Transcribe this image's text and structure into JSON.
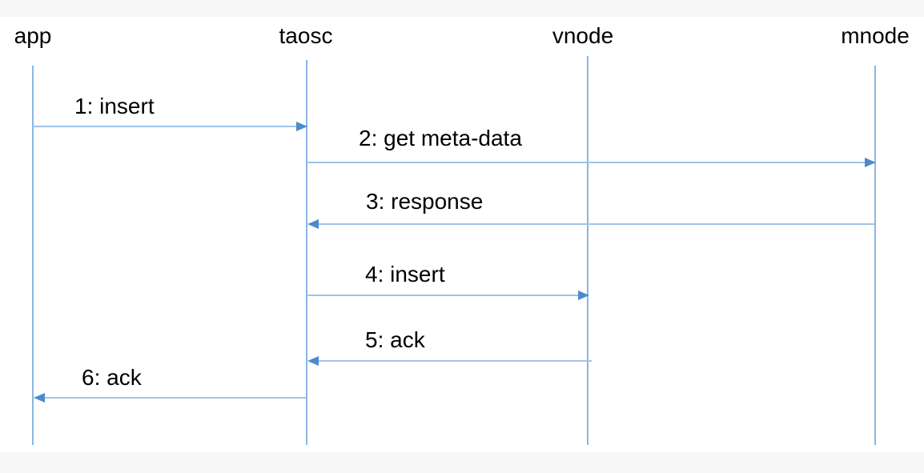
{
  "diagram": {
    "type": "sequence",
    "actors": [
      {
        "id": "app",
        "label": "app"
      },
      {
        "id": "taosc",
        "label": "taosc"
      },
      {
        "id": "vnode",
        "label": "vnode"
      },
      {
        "id": "mnode",
        "label": "mnode"
      }
    ],
    "messages": [
      {
        "seq": 1,
        "label": "1: insert",
        "from": "app",
        "to": "taosc"
      },
      {
        "seq": 2,
        "label": "2: get meta-data",
        "from": "taosc",
        "to": "mnode"
      },
      {
        "seq": 3,
        "label": "3: response",
        "from": "mnode",
        "to": "taosc"
      },
      {
        "seq": 4,
        "label": "4: insert",
        "from": "taosc",
        "to": "vnode"
      },
      {
        "seq": 5,
        "label": "5: ack",
        "from": "vnode",
        "to": "taosc"
      },
      {
        "seq": 6,
        "label": "6: ack",
        "from": "taosc",
        "to": "app"
      }
    ],
    "colors": {
      "lifeline": "#8ab6e2",
      "message_line": "#9fc4e8",
      "arrowhead": "#4d8bce",
      "text": "#000000",
      "background": "#ffffff",
      "edge_strip": "#f7f7f8"
    }
  }
}
